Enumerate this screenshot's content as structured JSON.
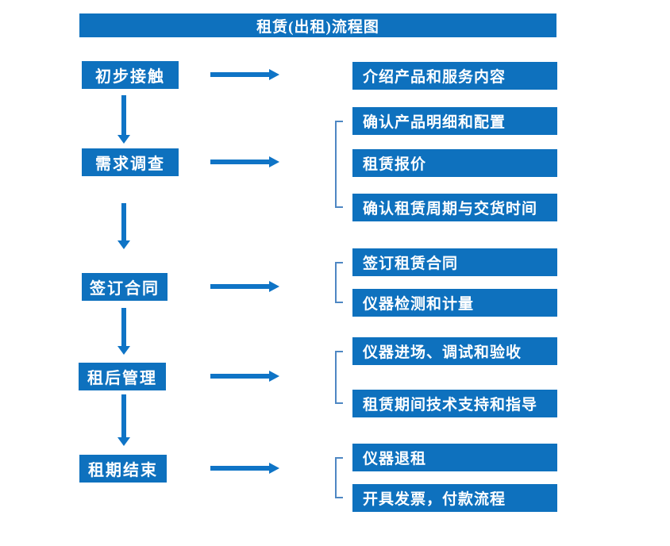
{
  "title_bar": {
    "text": "租赁(出租)流程图"
  },
  "colors": {
    "box_blue": "#0e71be",
    "arrow_blue": "#0f74c6",
    "bracket_blue": "#4e87c3",
    "text_white": "#ffffff",
    "background": "#ffffff"
  },
  "left_steps": [
    {
      "label": "初步接触"
    },
    {
      "label": "需求调查"
    },
    {
      "label": "签订合同"
    },
    {
      "label": "租后管理"
    },
    {
      "label": "租期结束"
    }
  ],
  "right_items": [
    {
      "label": "介绍产品和服务内容"
    },
    {
      "label": "确认产品明细和配置"
    },
    {
      "label": "租赁报价"
    },
    {
      "label": "确认租赁周期与交货时间"
    },
    {
      "label": "签订租赁合同"
    },
    {
      "label": "仪器检测和计量"
    },
    {
      "label": "仪器进场、调试和验收"
    },
    {
      "label": "租赁期间技术支持和指导"
    },
    {
      "label": "仪器退租"
    },
    {
      "label": "开具发票，付款流程"
    }
  ],
  "flow_structure": [
    {
      "step": "初步接触",
      "outputs": [
        "介绍产品和服务内容"
      ]
    },
    {
      "step": "需求调查",
      "outputs": [
        "确认产品明细和配置",
        "租赁报价",
        "确认租赁周期与交货时间"
      ]
    },
    {
      "step": "签订合同",
      "outputs": [
        "签订租赁合同",
        "仪器检测和计量"
      ]
    },
    {
      "step": "租后管理",
      "outputs": [
        "仪器进场、调试和验收",
        "租赁期间技术支持和指导"
      ]
    },
    {
      "step": "租期结束",
      "outputs": [
        "仪器退租",
        "开具发票，付款流程"
      ]
    }
  ]
}
